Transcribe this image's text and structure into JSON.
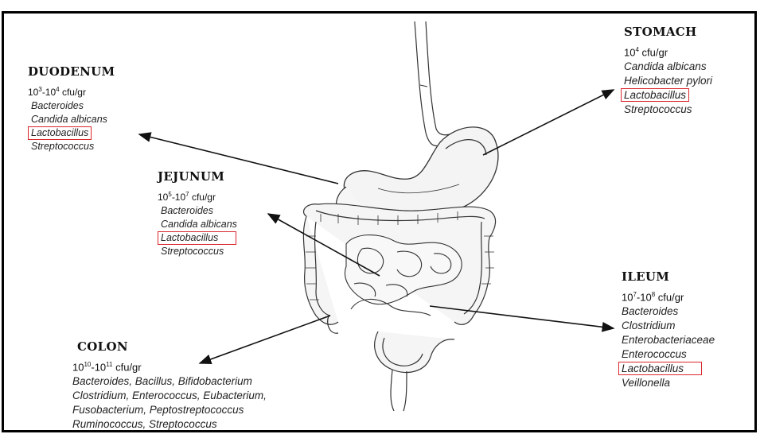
{
  "regions": {
    "stomach": {
      "name": "STOMACH",
      "count_base": "10",
      "count_exp": "4",
      "count_unit": " cfu/gr",
      "organisms": [
        "Candida albicans",
        "Helicobacter pylori",
        "Lactobacillus",
        "Streptococcus"
      ],
      "highlighted": "Lactobacillus"
    },
    "duodenum": {
      "name": "DUODENUM",
      "count_a": "10",
      "count_a_exp": "3",
      "count_b": "-10",
      "count_b_exp": "4",
      "count_unit": " cfu/gr",
      "organisms": [
        "Bacteroides",
        "Candida albicans",
        "Lactobacillus",
        "Streptococcus"
      ],
      "highlighted": "Lactobacillus"
    },
    "jejunum": {
      "name": "JEJUNUM",
      "count_a": "10",
      "count_a_exp": "5",
      "count_b": "-10",
      "count_b_exp": "7",
      "count_unit": " cfu/gr",
      "organisms": [
        "Bacteroides",
        "Candida albicans",
        "Lactobacillus",
        "Streptococcus"
      ],
      "highlighted": "Lactobacillus"
    },
    "ileum": {
      "name": "ILEUM",
      "count_a": "10",
      "count_a_exp": "7",
      "count_b": "-10",
      "count_b_exp": "8",
      "count_unit": " cfu/gr",
      "organisms": [
        "Bacteroides",
        "Clostridium",
        "Enterobacteriaceae",
        "Enterococcus",
        "Lactobacillus",
        "Veillonella"
      ],
      "highlighted": "Lactobacillus"
    },
    "colon": {
      "name": "COLON",
      "count_a": "10",
      "count_a_exp": "10",
      "count_b": "-10",
      "count_b_exp": "11",
      "count_unit": " cfu/gr",
      "organisms": [
        "Bacteroides, Bacillus, Bifidobacterium",
        "Clostridium, Enterococcus, Eubacterium,",
        "Fusobacterium, Peptostreptococcus",
        "Ruminococcus, Streptococcus"
      ]
    }
  },
  "colors": {
    "highlight_box": "#d9262b",
    "arrow": "#111111",
    "organ_line": "#333333"
  }
}
